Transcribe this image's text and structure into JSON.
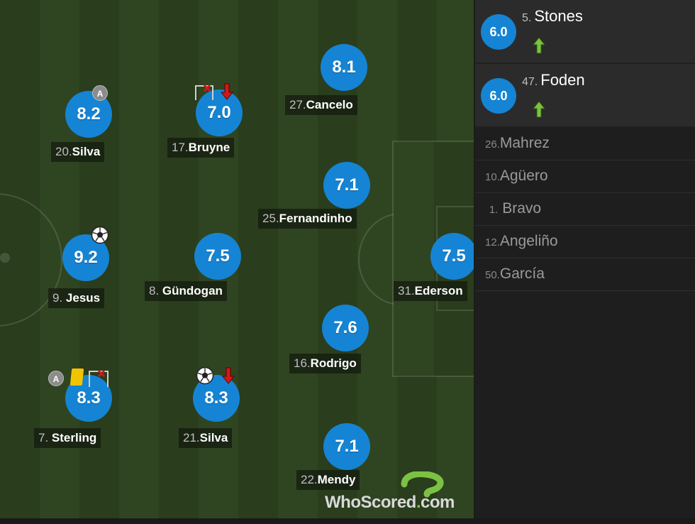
{
  "players": [
    {
      "id": "p1",
      "num": "20.",
      "name": "Silva",
      "rating": "8.2"
    },
    {
      "id": "p2",
      "num": "17.",
      "name": "Bruyne",
      "rating": "7.0"
    },
    {
      "id": "p3",
      "num": "27.",
      "name": "Cancelo",
      "rating": "8.1"
    },
    {
      "id": "p4",
      "num": "25.",
      "name": "Fernandinho",
      "rating": "7.1"
    },
    {
      "id": "p5",
      "num": "9.",
      "name": "Jesus",
      "rating": "9.2"
    },
    {
      "id": "p6",
      "num": "8.",
      "name": "Gündogan",
      "rating": "7.5"
    },
    {
      "id": "p7",
      "num": "31.",
      "name": "Ederson",
      "rating": "7.5"
    },
    {
      "id": "p8",
      "num": "16.",
      "name": "Rodrigo",
      "rating": "7.6"
    },
    {
      "id": "p9",
      "num": "7.",
      "name": "Sterling",
      "rating": "8.3"
    },
    {
      "id": "p10",
      "num": "21.",
      "name": "Silva",
      "rating": "8.3"
    },
    {
      "id": "p11",
      "num": "22.",
      "name": "Mendy",
      "rating": "7.1"
    }
  ],
  "icons": {
    "captain_letter": "A",
    "assist_color": "#9a9a9a",
    "goal_color": "#ffffff",
    "sub_out_color": "#d11919",
    "sub_in_color": "#7cc242",
    "yellow_card_color": "#f2c400",
    "rating_color": "#1584d4"
  },
  "substitutes_used": [
    {
      "num": "5.",
      "name": "Stones",
      "rating": "6.0"
    },
    {
      "num": "47.",
      "name": "Foden",
      "rating": "6.0"
    }
  ],
  "bench": [
    {
      "num": "26.",
      "name": "Mahrez"
    },
    {
      "num": "10.",
      "name": "Agüero"
    },
    {
      "num": "1.",
      "name": "Bravo"
    },
    {
      "num": "12.",
      "name": "Angeliño"
    },
    {
      "num": "50.",
      "name": "García"
    }
  ],
  "logo": {
    "part1": "WhoScored",
    "dot": ".",
    "part2": "com"
  }
}
